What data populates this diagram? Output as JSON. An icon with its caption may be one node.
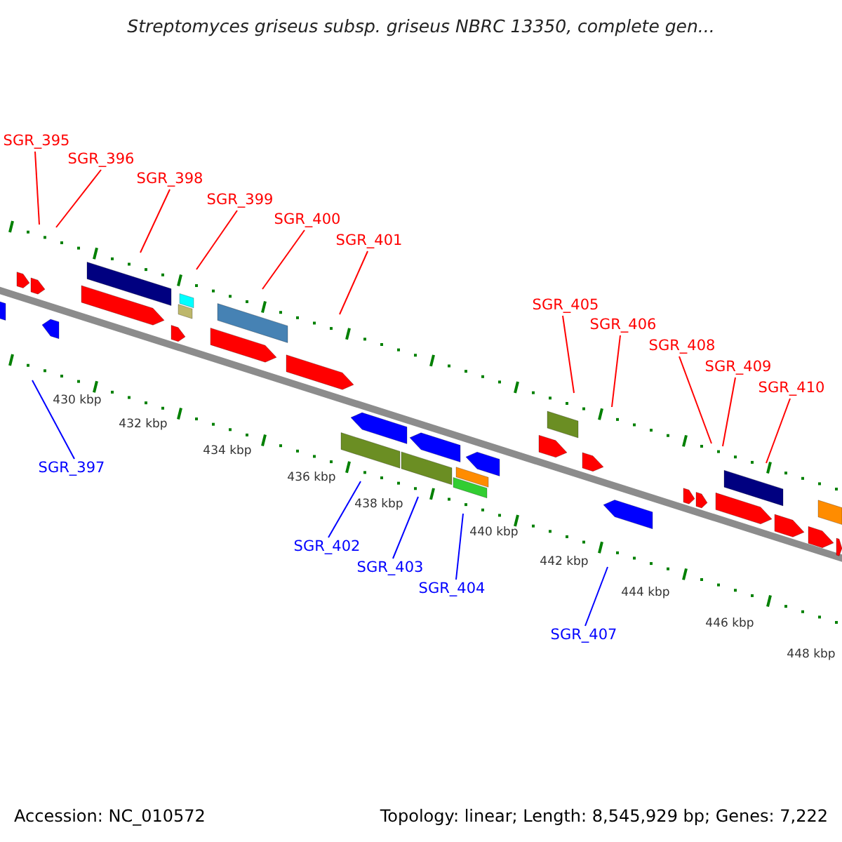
{
  "diagram": {
    "title": "Streptomyces griseus subsp. griseus NBRC 13350, complete gen...",
    "nodes": [
      {
        "text": [
          "SGR_395"
        ]
      },
      {
        "text": [
          "SGR_396"
        ]
      },
      {
        "text": [
          "SGR_397"
        ]
      },
      {
        "text": [
          "SGR_398"
        ]
      },
      {
        "text": [
          "SGR_399"
        ]
      },
      {
        "text": [
          "SGR_400"
        ]
      },
      {
        "text": [
          "SGR_401"
        ]
      },
      {
        "text": [
          "SGR_402"
        ]
      },
      {
        "text": [
          "SGR_403"
        ]
      },
      {
        "text": [
          "SGR_404"
        ]
      },
      {
        "text": [
          "SGR_405"
        ]
      },
      {
        "text": [
          "SGR_406"
        ]
      },
      {
        "text": [
          "SGR_407"
        ]
      },
      {
        "text": [
          "SGR_408"
        ]
      },
      {
        "text": [
          "SGR_409"
        ]
      },
      {
        "text": [
          "SGR_410"
        ]
      }
    ],
    "edges": [
      {
        "from": 0,
        "to": null,
        "arrow": "none"
      },
      {
        "from": 1,
        "to": null,
        "arrow": "none"
      },
      {
        "from": 2,
        "to": null,
        "arrow": "none",
        "color": "#0000ff"
      },
      {
        "from": 3,
        "to": null,
        "arrow": "none"
      },
      {
        "from": 4,
        "to": null,
        "arrow": "none"
      },
      {
        "from": 5,
        "to": null,
        "arrow": "none"
      },
      {
        "from": 6,
        "to": null,
        "arrow": "none"
      },
      {
        "from": 7,
        "to": null,
        "arrow": "none",
        "color": "#0000ff"
      },
      {
        "from": 8,
        "to": null,
        "arrow": "none",
        "color": "#0000ff"
      },
      {
        "from": 9,
        "to": null,
        "arrow": "none",
        "color": "#0000ff"
      },
      {
        "from": 10,
        "to": null,
        "arrow": "none"
      },
      {
        "from": 11,
        "to": null,
        "arrow": "none"
      },
      {
        "from": 12,
        "to": null,
        "arrow": "none",
        "color": "#0000ff"
      },
      {
        "from": 13,
        "to": null,
        "arrow": "none"
      },
      {
        "from": 14,
        "to": null,
        "arrow": "none"
      },
      {
        "from": 15,
        "to": null,
        "arrow": "none"
      }
    ],
    "labels": [
      "430 kbp",
      "432 kbp",
      "434 kbp",
      "436 kbp",
      "438 kbp",
      "440 kbp",
      "442 kbp",
      "444 kbp",
      "446 kbp",
      "448 kbp",
      "Accession: NC_010572",
      "Topology: linear; Length: 8,545,929 bp; Genes: 7,222"
    ]
  }
}
